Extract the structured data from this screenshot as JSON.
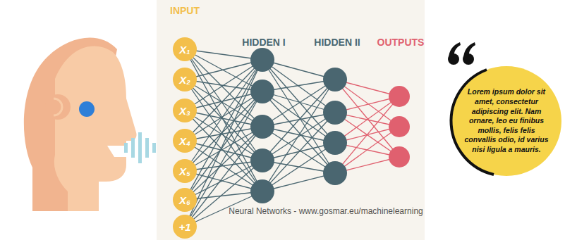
{
  "diagram": {
    "nodes": [
      {
        "text": [
          "X₁"
        ]
      },
      {
        "text": [
          "X₂"
        ]
      },
      {
        "text": [
          "X₃"
        ]
      },
      {
        "text": [
          "X₄"
        ]
      },
      {
        "text": [
          "X₅"
        ]
      },
      {
        "text": [
          "X₆"
        ]
      },
      {
        "text": [
          "+1"
        ]
      },
      {
        "text": [
          "Lorem ipsum dolor sit amet, consectetur adipiscing elit. Nam ornare, leo eu finibus mollis, felis felis convallis odio, id varius nisi ligula a mauris."
        ]
      }
    ],
    "edges": [],
    "labels": [
      "INPUT",
      "HIDDEN I",
      "HIDDEN II",
      "OUTPUTS",
      "Neural Networks - www.gosmar.eu/machinelearning"
    ]
  }
}
